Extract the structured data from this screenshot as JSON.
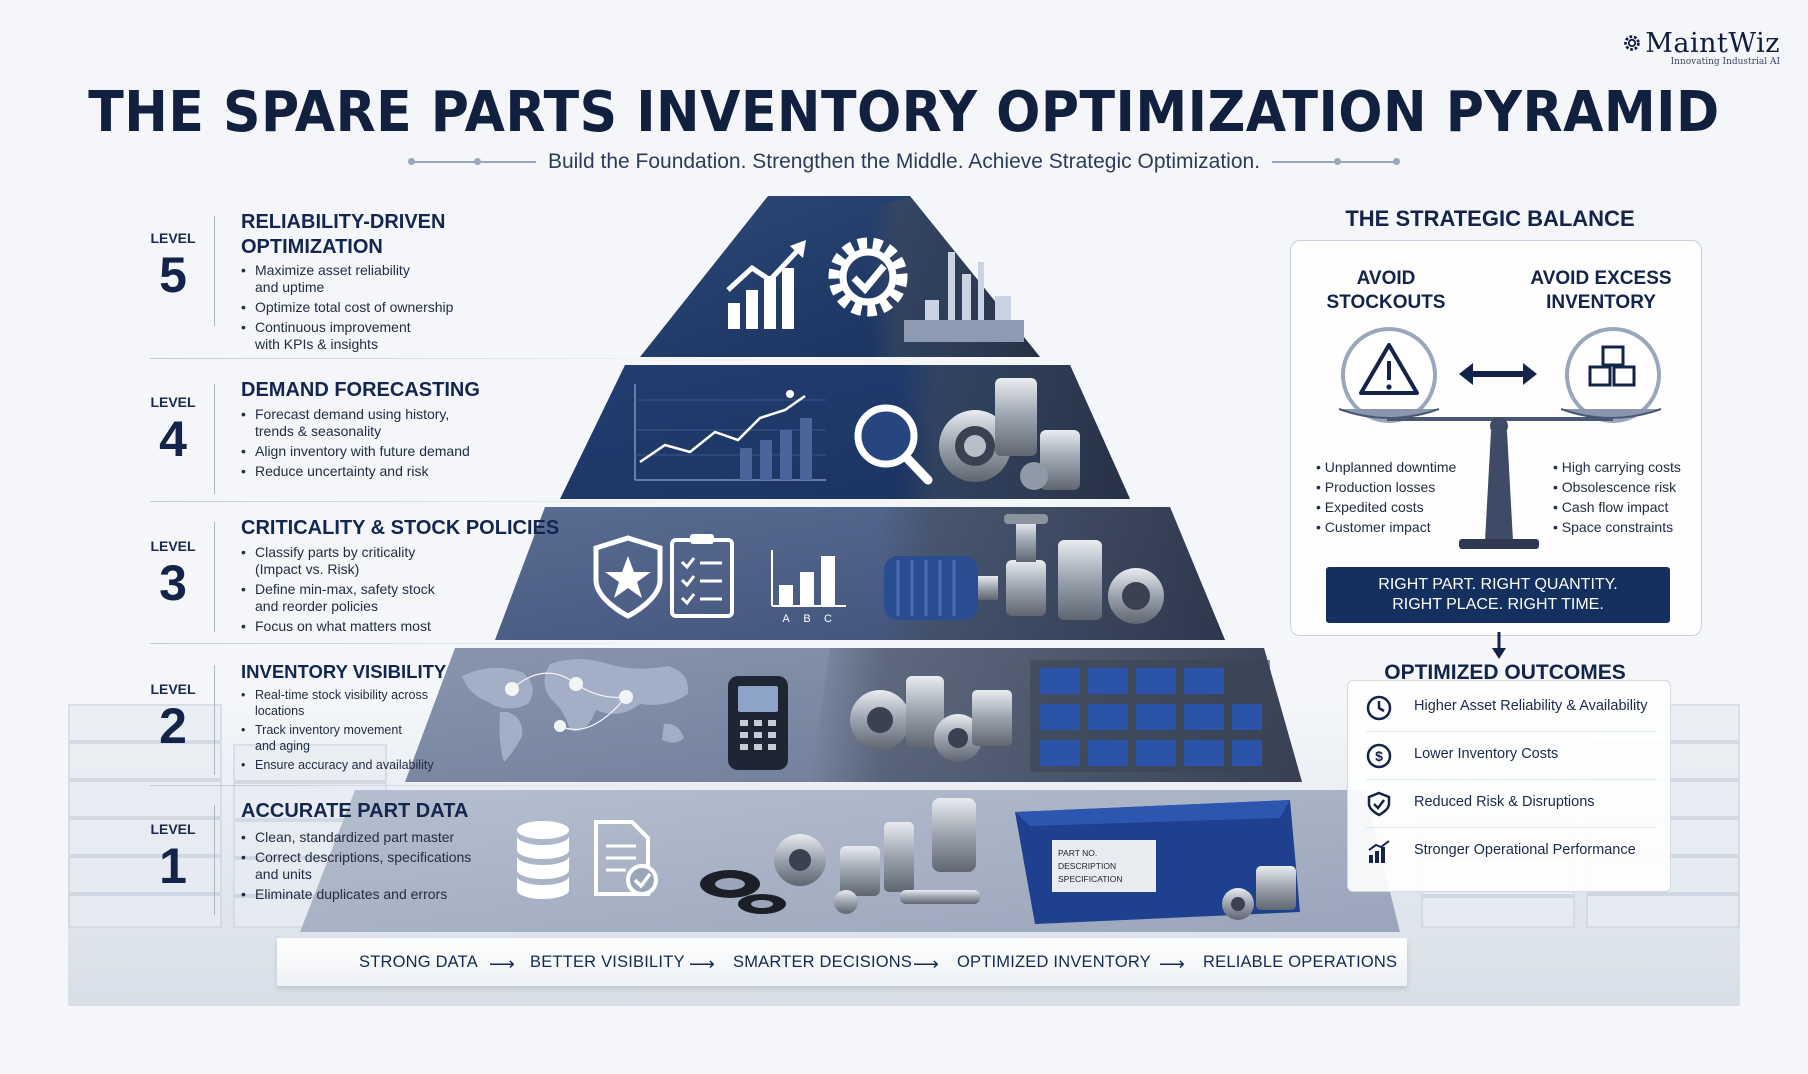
{
  "brand": {
    "name": "MaintWiz",
    "tagline": "Innovating Industrial AI"
  },
  "title": "THE SPARE PARTS INVENTORY OPTIMIZATION PYRAMID",
  "subtitle": "Build the Foundation. Strengthen the Middle. Achieve Strategic Optimization.",
  "level_word": "LEVEL",
  "levels": [
    {
      "num": "5",
      "title_line1": "RELIABILITY-DRIVEN",
      "title_line2": "OPTIMIZATION",
      "points": [
        "Maximize asset reliability\nand uptime",
        "Optimize total cost of ownership",
        "Continuous improvement\nwith KPIs & insights"
      ]
    },
    {
      "num": "4",
      "title_line1": "DEMAND FORECASTING",
      "title_line2": "",
      "points": [
        "Forecast demand using history,\ntrends & seasonality",
        "Align inventory with future demand",
        "Reduce uncertainty and risk"
      ]
    },
    {
      "num": "3",
      "title_line1": "CRITICALITY & STOCK POLICIES",
      "title_line2": "",
      "points": [
        "Classify parts by criticality\n(Impact vs. Risk)",
        "Define min-max, safety stock\nand reorder policies",
        "Focus on what matters most"
      ]
    },
    {
      "num": "2",
      "title_line1": "INVENTORY VISIBILITY",
      "title_line2": "",
      "points": [
        "Real-time stock visibility across\nlocations",
        "Track inventory movement\nand aging",
        "Ensure accuracy and availability"
      ]
    },
    {
      "num": "1",
      "title_line1": "ACCURATE PART DATA",
      "title_line2": "",
      "points": [
        "Clean, standardized part master",
        "Correct descriptions, specifications\nand units",
        "Eliminate duplicates and errors"
      ]
    }
  ],
  "abc_labels": [
    "A",
    "B",
    "C"
  ],
  "bin_label": [
    "PART NO.",
    "DESCRIPTION",
    "SPECIFICATION"
  ],
  "balance": {
    "title": "THE STRATEGIC BALANCE",
    "left_head_1": "AVOID",
    "left_head_2": "STOCKOUTS",
    "right_head_1": "AVOID EXCESS",
    "right_head_2": "INVENTORY",
    "left_points": [
      "Unplanned downtime",
      "Production losses",
      "Expedited costs",
      "Customer impact"
    ],
    "right_points": [
      "High carrying costs",
      "Obsolescence risk",
      "Cash flow impact",
      "Space constraints"
    ],
    "banner_1": "RIGHT PART. RIGHT QUANTITY.",
    "banner_2": "RIGHT PLACE. RIGHT TIME."
  },
  "outcomes": {
    "title": "OPTIMIZED OUTCOMES",
    "items": [
      {
        "icon": "clock-icon",
        "label": "Higher Asset Reliability & Availability"
      },
      {
        "icon": "dollar-icon",
        "label": "Lower Inventory Costs"
      },
      {
        "icon": "shield-check-icon",
        "label": "Reduced Risk & Disruptions"
      },
      {
        "icon": "performance-chart-icon",
        "label": "Stronger Operational Performance"
      }
    ]
  },
  "flow": [
    "STRONG DATA",
    "BETTER VISIBILITY",
    "SMARTER DECISIONS",
    "OPTIMIZED INVENTORY",
    "RELIABLE OPERATIONS"
  ],
  "colors": {
    "navy": "#13234a",
    "tier_dark": "#1e3766",
    "tier_mid": "#4d5f86",
    "tier_light": "#8f9bb4",
    "accent": "#14305f"
  }
}
